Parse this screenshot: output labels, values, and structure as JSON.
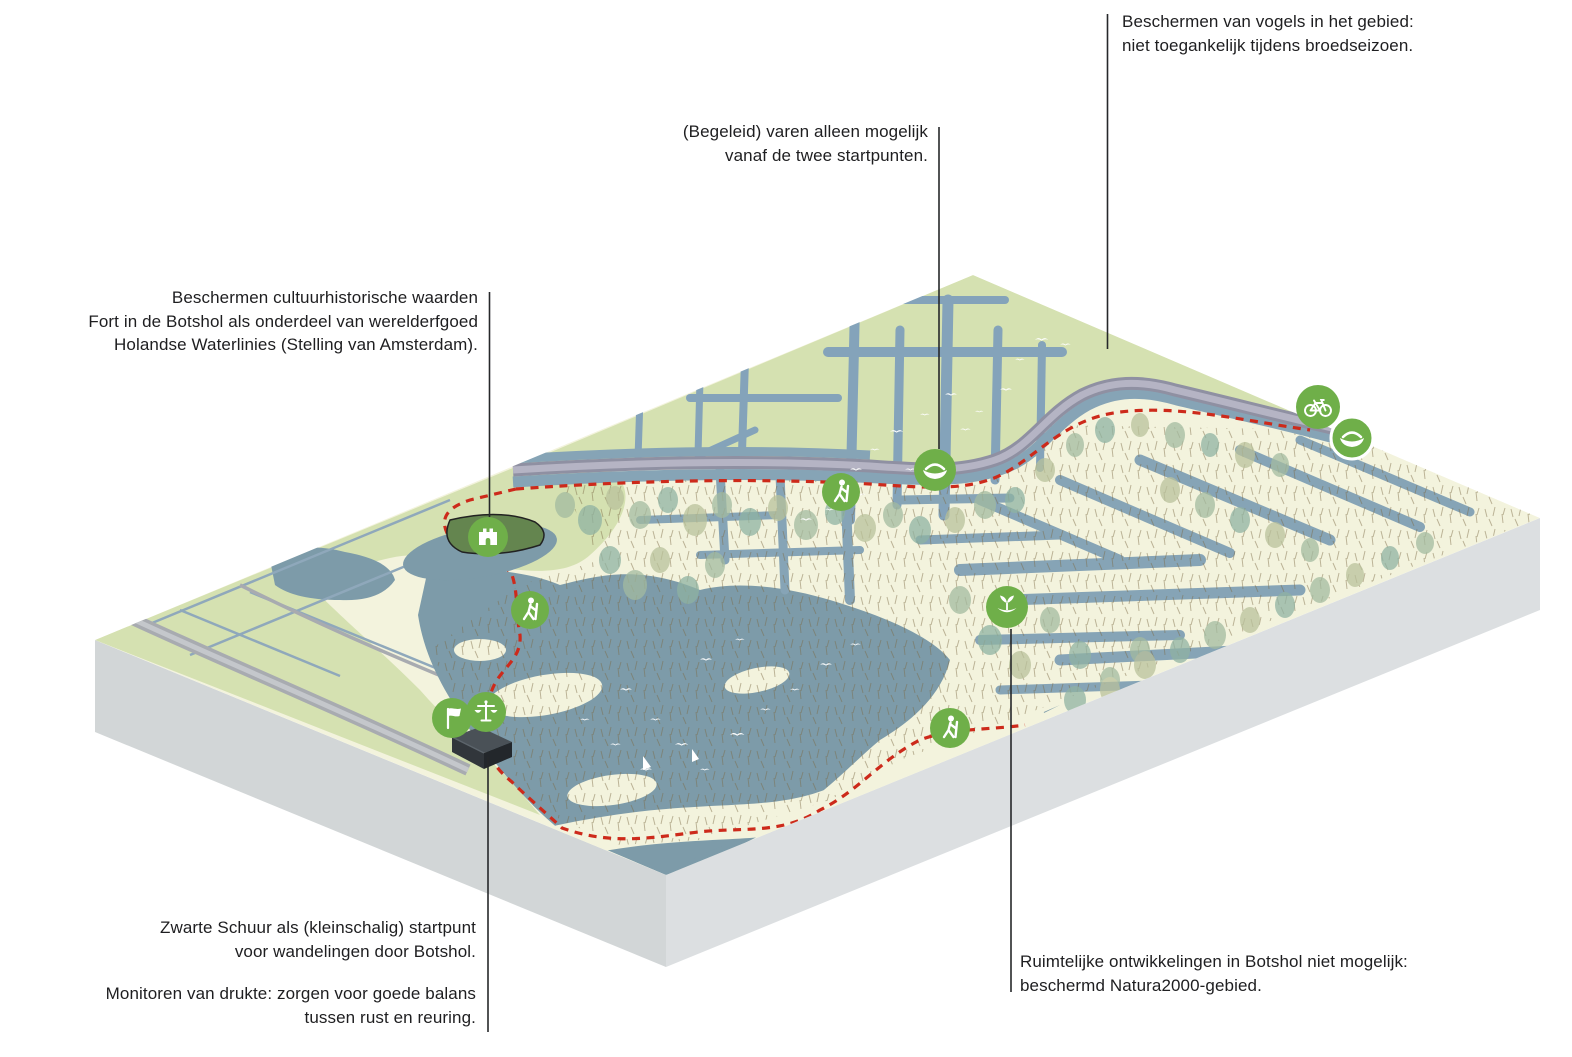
{
  "annotations": {
    "birds": {
      "lines": [
        "Beschermen van vogels in het gebied:",
        "niet toegankelijk tijdens broedseizoen."
      ]
    },
    "boating": {
      "lines": [
        "(Begeleid) varen alleen mogelijk",
        "vanaf de twee startpunten."
      ]
    },
    "heritage": {
      "lines": [
        "Beschermen cultuurhistorische waarden",
        "Fort in de Botshol als onderdeel van werelderfgoed",
        "Holandse Waterlinies (Stelling van Amsterdam)."
      ]
    },
    "zwarte_schuur": {
      "lines": [
        "Zwarte Schuur als (kleinschalig) startpunt",
        "voor wandelingen door Botshol."
      ]
    },
    "monitoring": {
      "lines": [
        "Monitoren van drukte: zorgen voor goede balans",
        "tussen rust en reuring."
      ]
    },
    "natura2000": {
      "lines": [
        "Ruimtelijke ontwikkelingen in Botshol niet mogelijk:",
        "beschermd Natura2000-gebied."
      ]
    }
  },
  "map": {
    "icons": [
      {
        "name": "fort-icon"
      },
      {
        "name": "hiker-icon-west"
      },
      {
        "name": "scales-icon"
      },
      {
        "name": "flag-icon"
      },
      {
        "name": "hiker-icon-center"
      },
      {
        "name": "boat-icon-center"
      },
      {
        "name": "hiker-icon-east"
      },
      {
        "name": "plant-icon"
      },
      {
        "name": "bike-icon"
      },
      {
        "name": "boat-icon-east"
      }
    ],
    "colors": {
      "icon_green": "#6faf49",
      "trail_red": "#cd2a1b",
      "water_blue": "#7d9ba9",
      "channel_blue": "#86a4b6",
      "polder_green": "#d5e1b1",
      "marsh_cream": "#f3f3dd",
      "road_gray": "#8f90a2",
      "road_center": "#b5b4c4",
      "slab_side_left": "#d2d6d7",
      "slab_side_right": "#dcdfe1",
      "leader_black": "#26282a"
    }
  }
}
